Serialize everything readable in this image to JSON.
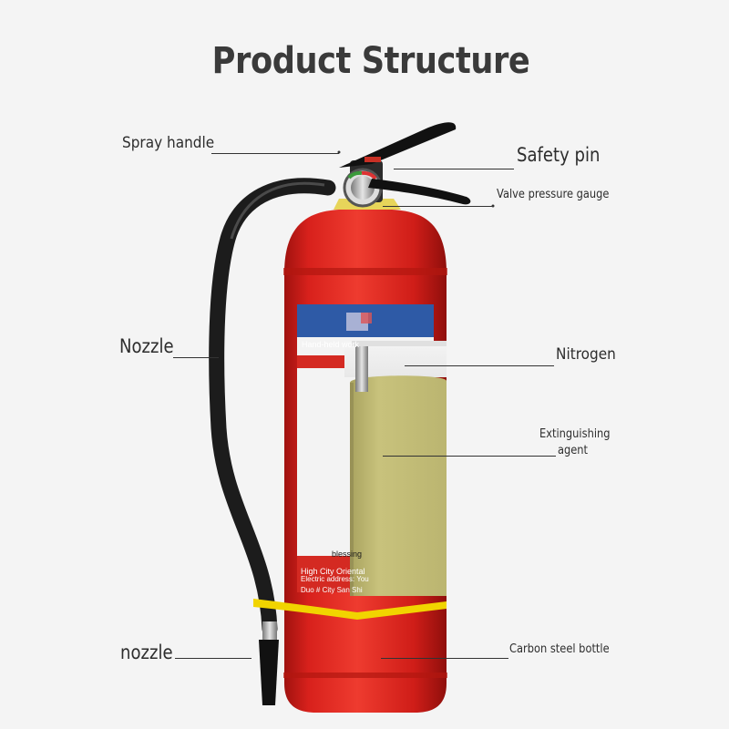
{
  "title": "Product Structure",
  "labels": {
    "spray_handle": "Spray handle",
    "safety_pin": "Safety pin",
    "valve_pressure_gauge": "Valve pressure gauge",
    "nozzle_upper": "Nozzle",
    "nitrogen": "Nitrogen",
    "extinguishing_agent_line1": "Extinguishing",
    "extinguishing_agent_line2": "agent",
    "nozzle_lower": "nozzle",
    "carbon_steel_bottle": "Carbon steel bottle"
  },
  "product_label": {
    "header_text": "Hand-held work",
    "blessing": "blessing",
    "line1": "High City Oriental",
    "line2": "Electric address: You",
    "line3": "Duo # City San Shi"
  },
  "colors": {
    "body_red": "#d8211c",
    "agent_fill": "#c2bd77",
    "strap_yellow": "#f1d400",
    "hose_black": "#1c1c1c"
  }
}
